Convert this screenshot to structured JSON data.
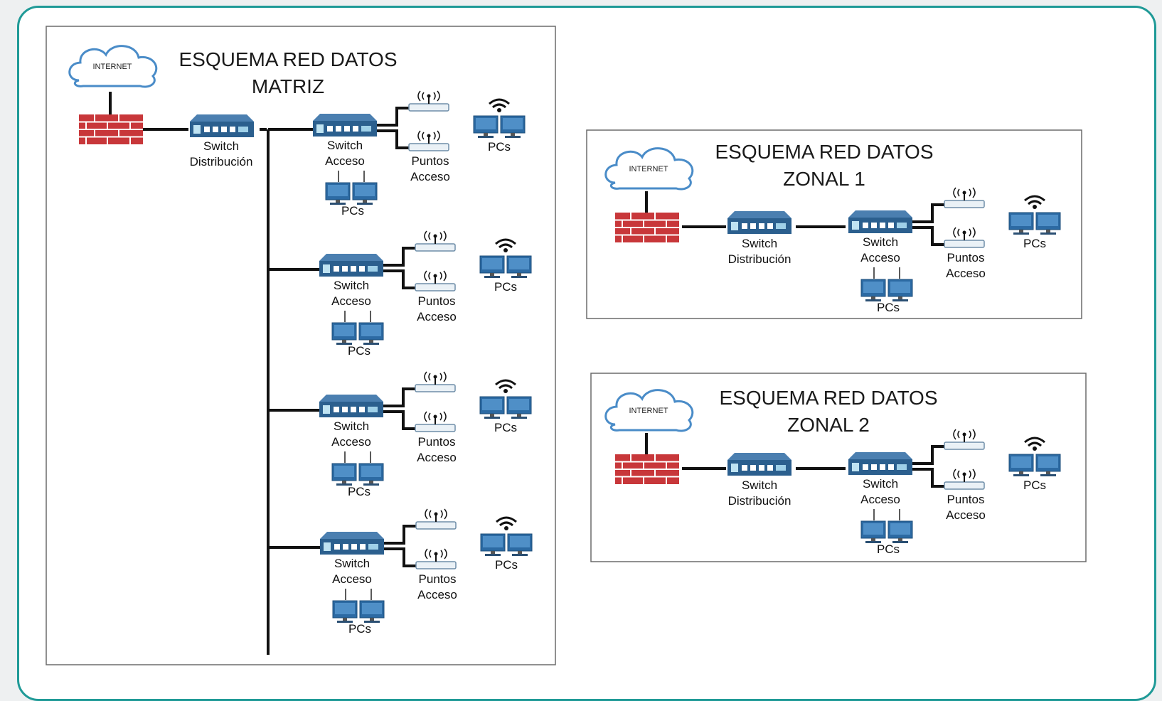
{
  "colors": {
    "frame_border": "#1f9a97",
    "switch_blue": "#2b5f8e",
    "firewall_red": "#c8373a",
    "pc_blue": "#2c6aa3"
  },
  "icons": [
    "cloud-icon",
    "firewall-icon",
    "switch-icon",
    "access-point-icon",
    "wifi-icon",
    "pc-icon"
  ],
  "panels": {
    "matriz": {
      "title_line1": "ESQUEMA RED DATOS",
      "title_line2": "MATRIZ",
      "internet": "INTERNET",
      "dist_switch": {
        "line1": "Switch",
        "line2": "Distribución"
      },
      "access_groups": [
        {
          "sw_line1": "Switch",
          "sw_line2": "Acceso",
          "ap_line1": "Puntos",
          "ap_line2": "Acceso",
          "pcs_under": "PCs",
          "pcs_wifi": "PCs"
        },
        {
          "sw_line1": "Switch",
          "sw_line2": "Acceso",
          "ap_line1": "Puntos",
          "ap_line2": "Acceso",
          "pcs_under": "PCs",
          "pcs_wifi": "PCs"
        },
        {
          "sw_line1": "Switch",
          "sw_line2": "Acceso",
          "ap_line1": "Puntos",
          "ap_line2": "Acceso",
          "pcs_under": "PCs",
          "pcs_wifi": "PCs"
        },
        {
          "sw_line1": "Switch",
          "sw_line2": "Acceso",
          "ap_line1": "Puntos",
          "ap_line2": "Acceso",
          "pcs_under": "PCs",
          "pcs_wifi": "PCs"
        }
      ]
    },
    "zonal1": {
      "title_line1": "ESQUEMA RED DATOS",
      "title_line2": "ZONAL 1",
      "internet": "INTERNET",
      "dist_switch": {
        "line1": "Switch",
        "line2": "Distribución"
      },
      "access": {
        "sw_line1": "Switch",
        "sw_line2": "Acceso",
        "ap_line1": "Puntos",
        "ap_line2": "Acceso",
        "pcs_under": "PCs",
        "pcs_wifi": "PCs"
      }
    },
    "zonal2": {
      "title_line1": "ESQUEMA RED DATOS",
      "title_line2": "ZONAL 2",
      "internet": "INTERNET",
      "dist_switch": {
        "line1": "Switch",
        "line2": "Distribución"
      },
      "access": {
        "sw_line1": "Switch",
        "sw_line2": "Acceso",
        "ap_line1": "Puntos",
        "ap_line2": "Acceso",
        "pcs_under": "PCs",
        "pcs_wifi": "PCs"
      }
    }
  }
}
